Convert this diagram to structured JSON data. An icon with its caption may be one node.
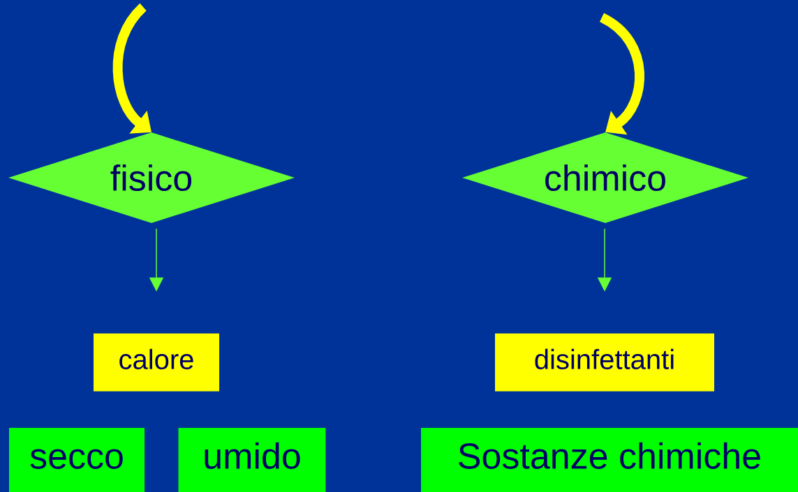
{
  "diagram": {
    "nodes": [
      {
        "text": [
          "fisico"
        ]
      },
      {
        "text": [
          "chimico"
        ]
      },
      {
        "text": [
          "calore"
        ]
      },
      {
        "text": [
          "disinfettanti"
        ]
      },
      {
        "text": [
          "secco"
        ]
      },
      {
        "text": [
          "umido"
        ]
      },
      {
        "text": [
          "Sostanze chimiche"
        ]
      }
    ],
    "edges": [
      {
        "from": null,
        "to": 0,
        "arrow": "to",
        "style": "thick",
        "color": "#ffff00"
      },
      {
        "from": null,
        "to": 1,
        "arrow": "to",
        "style": "thick",
        "color": "#ffff00"
      },
      {
        "from": 0,
        "to": 2,
        "arrow": "to",
        "color": "#66ff33"
      },
      {
        "from": 1,
        "to": 3,
        "arrow": "to",
        "color": "#66ff33"
      }
    ]
  }
}
